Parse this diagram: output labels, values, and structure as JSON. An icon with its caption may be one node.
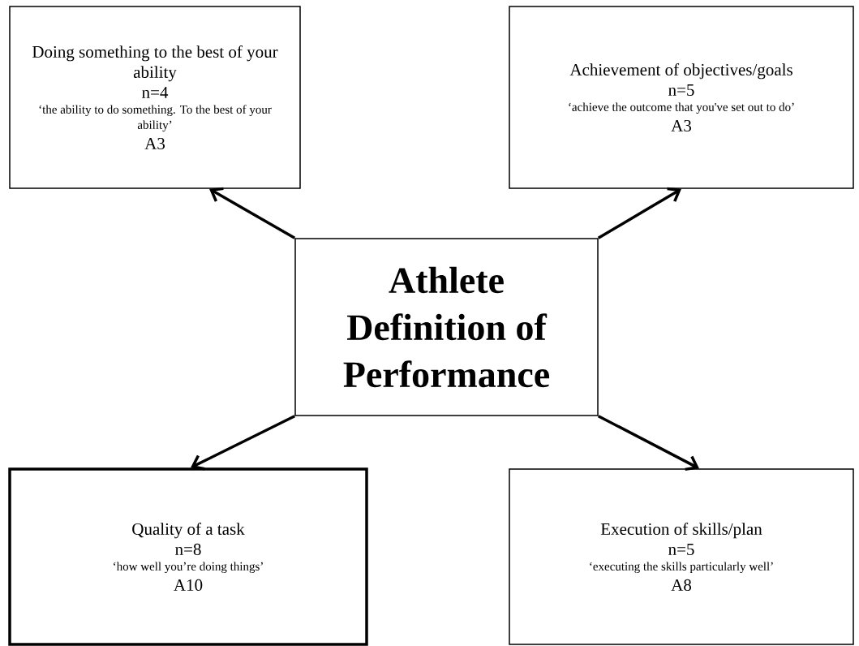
{
  "diagram": {
    "nodes": [
      {
        "text": [
          "Athlete Definition of Performance"
        ]
      },
      {
        "text": [
          "Doing something to the best of your ability",
          "n=4",
          "‘the ability to do something. To the best of your ability’",
          "A3"
        ]
      },
      {
        "text": [
          "Achievement of objectives/goals",
          "n=5",
          "‘achieve the outcome that you've set out to do’",
          "A3"
        ]
      },
      {
        "text": [
          "Quality of a task",
          "n=8",
          "‘how well you’re doing things’",
          "A10"
        ]
      },
      {
        "text": [
          "Execution of skills/plan",
          "n=5",
          "‘executing the skills particularly well’",
          "A8"
        ]
      }
    ],
    "edges": [
      {
        "from": 0,
        "to": 1,
        "arrow": "to"
      },
      {
        "from": 0,
        "to": 2,
        "arrow": "to"
      },
      {
        "from": 0,
        "to": 3,
        "arrow": "to"
      },
      {
        "from": 0,
        "to": 4,
        "arrow": "to"
      }
    ]
  }
}
